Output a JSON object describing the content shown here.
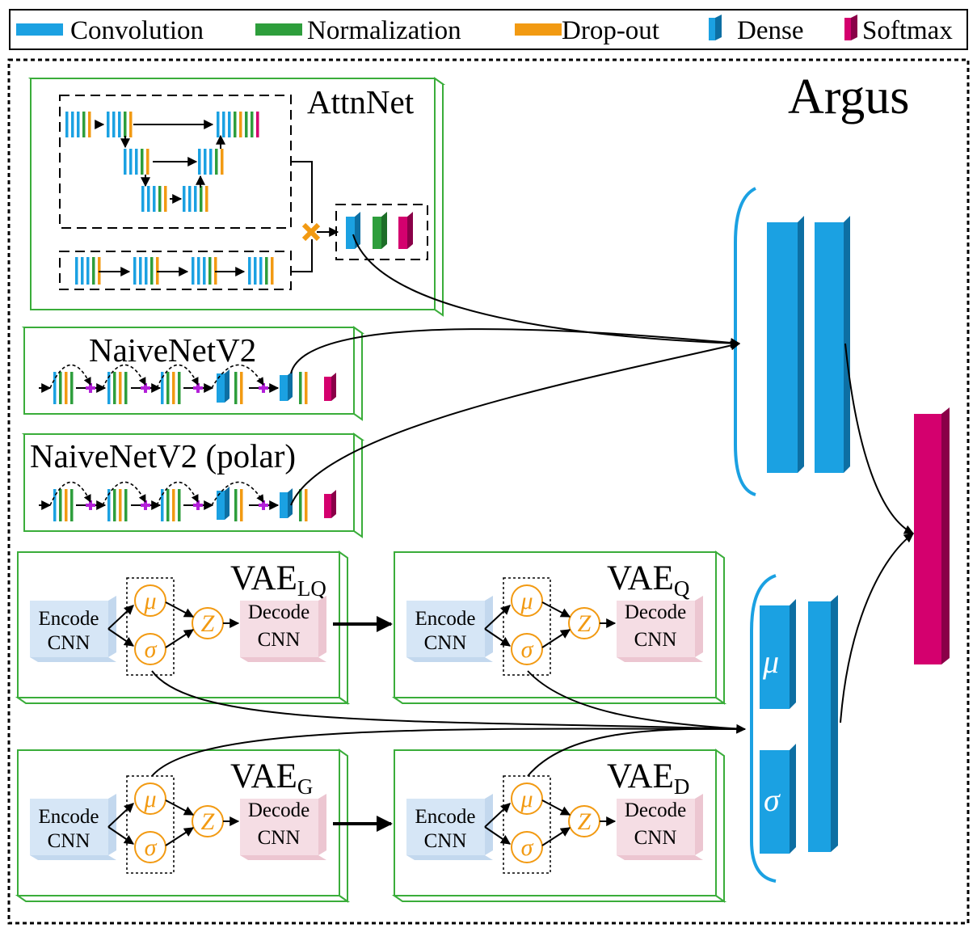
{
  "legend": {
    "convolution": "Convolution",
    "normalization": "Normalization",
    "dropout": "Drop-out",
    "dense": "Dense",
    "softmax": "Softmax"
  },
  "title": "Argus",
  "attnnet": {
    "title": "AttnNet"
  },
  "naivenet": {
    "title": "NaiveNetV2"
  },
  "naivenet_polar": {
    "title": "NaiveNetV2 (polar)"
  },
  "vae_lq": {
    "base": "VAE",
    "sub": "LQ"
  },
  "vae_q": {
    "base": "VAE",
    "sub": "Q"
  },
  "vae_g": {
    "base": "VAE",
    "sub": "G"
  },
  "vae_d": {
    "base": "VAE",
    "sub": "D"
  },
  "encode": {
    "line1": "Encode",
    "line2": "CNN"
  },
  "decode": {
    "line1": "Decode",
    "line2": "CNN"
  },
  "symbols": {
    "mu": "μ",
    "sigma": "σ",
    "z": "Z"
  },
  "colors": {
    "convolution": "#1ba1e2",
    "normalization": "#2e9e3c",
    "dropout": "#f29a12",
    "dense": "#1ba1e2",
    "softmax": "#d4006e",
    "box_border": "#3aad3a",
    "merge": "#b31fd9",
    "encode_fill": "#d6e6f6",
    "decode_fill": "#f5dde4"
  }
}
